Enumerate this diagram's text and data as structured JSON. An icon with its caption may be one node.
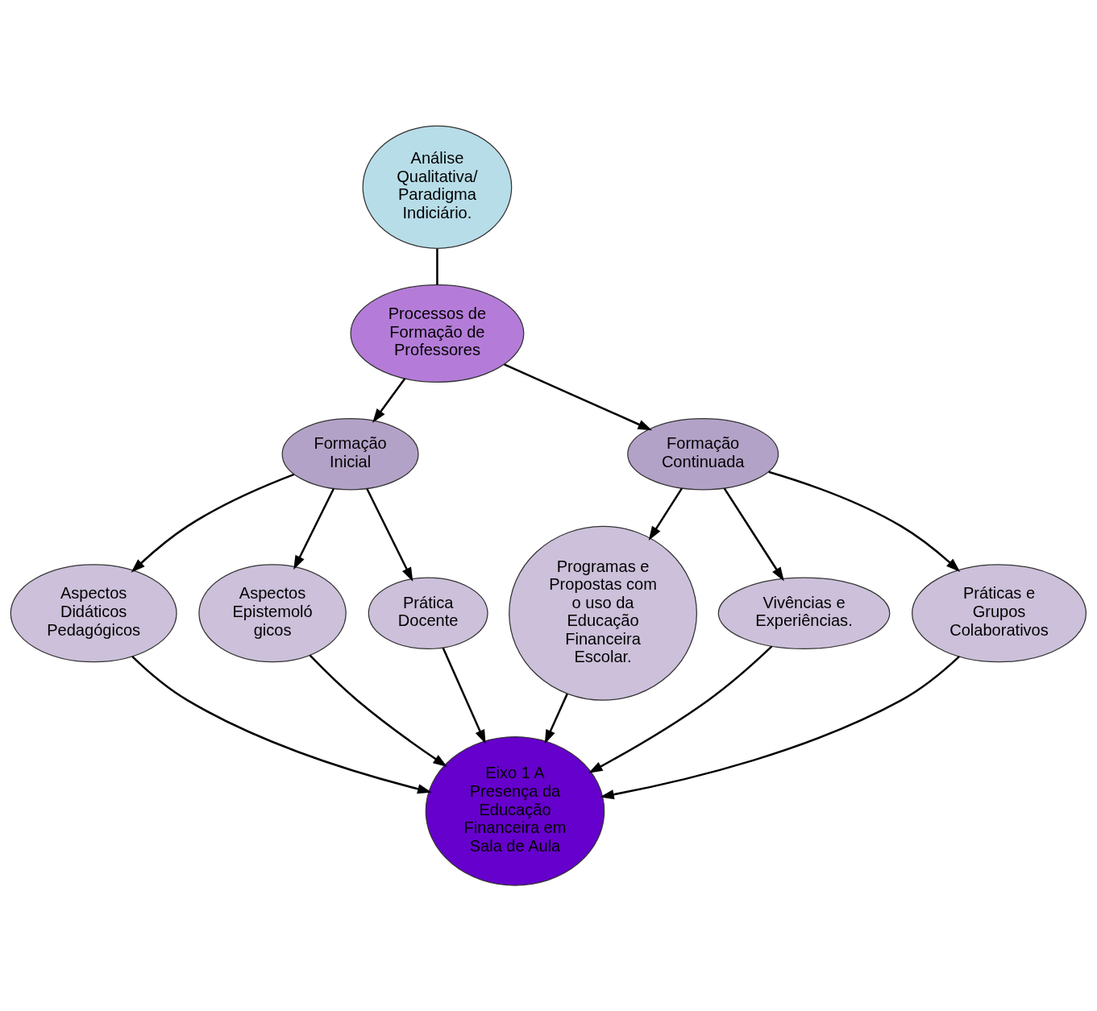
{
  "diagram": {
    "nodes": [
      {
        "text": [
          "Análise Qualitativa/ Paradigma Indiciário."
        ]
      },
      {
        "text": [
          "Processos de Formação de Professores"
        ]
      },
      {
        "text": [
          "Formação Inicial"
        ]
      },
      {
        "text": [
          "Formação Continuada"
        ]
      },
      {
        "text": [
          "Aspectos Didáticos Pedagógicos"
        ]
      },
      {
        "text": [
          "Aspectos Epistemoló gicos"
        ]
      },
      {
        "text": [
          "Programas e Propostas com o uso da Educação Financeira Escolar."
        ]
      },
      {
        "text": [
          "Vivências e Experiências."
        ]
      },
      {
        "text": [
          "Prática Docente"
        ]
      },
      {
        "text": [
          "Práticas e Grupos Colaborativos"
        ]
      },
      {
        "text": [
          "Eixo 1 A Presença da Educação Financeira em Sala de Aula"
        ]
      }
    ],
    "edges": [
      {
        "from": 0,
        "to": 1,
        "arrow": "none"
      },
      {
        "from": 1,
        "to": 2,
        "arrow": "to"
      },
      {
        "from": 1,
        "to": 3,
        "arrow": "to"
      },
      {
        "from": 2,
        "to": 4,
        "arrow": "to"
      },
      {
        "from": 2,
        "to": 8,
        "arrow": "to"
      },
      {
        "from": 2,
        "to": 5,
        "arrow": "to"
      },
      {
        "from": 3,
        "to": 6,
        "arrow": "to"
      },
      {
        "from": 3,
        "to": 9,
        "arrow": "to"
      },
      {
        "from": 3,
        "to": 7,
        "arrow": "to"
      },
      {
        "from": 4,
        "to": 10,
        "arrow": "to"
      },
      {
        "from": 8,
        "to": 10,
        "arrow": "to"
      },
      {
        "from": 5,
        "to": 10,
        "arrow": "to"
      },
      {
        "from": 6,
        "to": 10,
        "arrow": "to"
      },
      {
        "from": 9,
        "to": 10,
        "arrow": "to"
      },
      {
        "from": 7,
        "to": 10,
        "arrow": "to"
      }
    ]
  }
}
